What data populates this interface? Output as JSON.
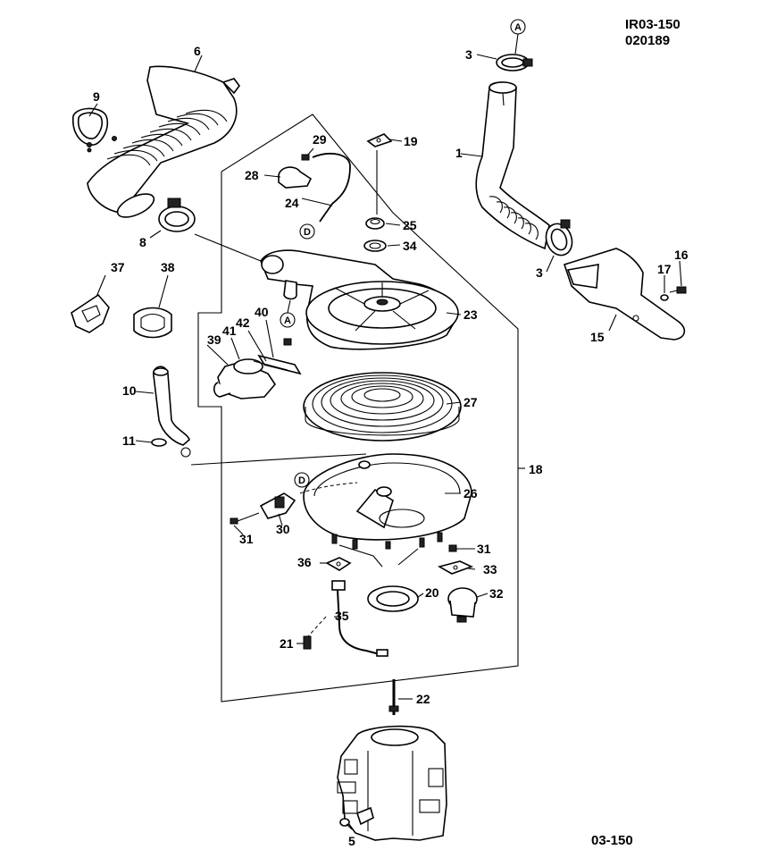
{
  "header": {
    "code": "IR03-150",
    "date": "020189"
  },
  "footer": {
    "page_ref": "03-150"
  },
  "callouts": [
    "1",
    "3",
    "3",
    "5",
    "6",
    "8",
    "9",
    "10",
    "11",
    "15",
    "16",
    "17",
    "18",
    "19",
    "20",
    "21",
    "22",
    "23",
    "24",
    "25",
    "26",
    "27",
    "28",
    "29",
    "30",
    "31",
    "31",
    "32",
    "33",
    "34",
    "35",
    "36",
    "37",
    "38",
    "39",
    "40",
    "41",
    "42"
  ],
  "connectors": {
    "a_top": "A",
    "a_mid": "A",
    "d_top": "D",
    "d_mid": "D"
  }
}
